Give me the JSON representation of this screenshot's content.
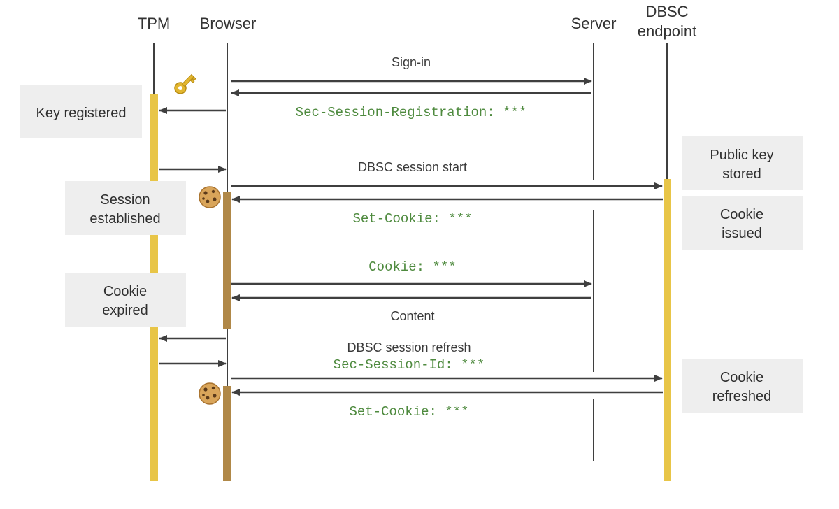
{
  "actors": {
    "tpm": "TPM",
    "browser": "Browser",
    "server": "Server",
    "dbsc_line1": "DBSC",
    "dbsc_line2": "endpoint"
  },
  "messages": {
    "sign_in": "Sign-in",
    "sec_session_registration": "Sec-Session-Registration: ***",
    "dbsc_session_start": "DBSC session start",
    "set_cookie_1": "Set-Cookie: ***",
    "cookie": "Cookie: ***",
    "content": "Content",
    "dbsc_session_refresh": "DBSC session refresh",
    "sec_session_id": "Sec-Session-Id: ***",
    "set_cookie_2": "Set-Cookie: ***"
  },
  "notes": {
    "key_registered": "Key registered",
    "session_established_1": "Session",
    "session_established_2": "established",
    "cookie_expired_1": "Cookie",
    "cookie_expired_2": "expired",
    "public_key_stored_1": "Public key",
    "public_key_stored_2": "stored",
    "cookie_issued_1": "Cookie",
    "cookie_issued_2": "issued",
    "cookie_refreshed_1": "Cookie",
    "cookie_refreshed_2": "refreshed"
  },
  "colors": {
    "lifeline": "#3f3f3f",
    "tpm_activation": "#e8c547",
    "browser_activation": "#b08848",
    "dbsc_activation": "#e8c547",
    "note_bg": "#eeeeee",
    "code_text": "#4e8a3e"
  },
  "icons": {
    "key": "key-icon",
    "cookie": "cookie-icon"
  }
}
